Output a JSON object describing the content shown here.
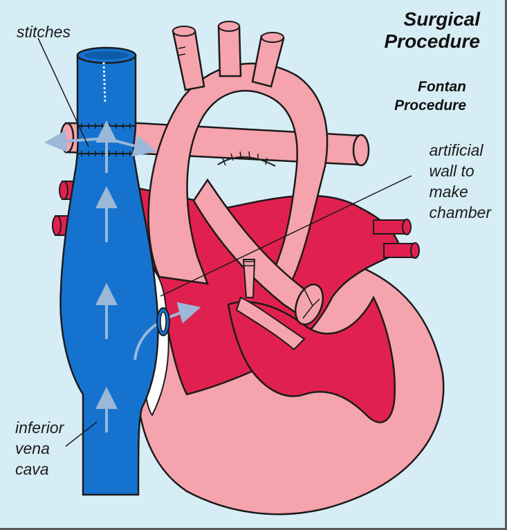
{
  "title": {
    "line1": "Surgical",
    "line2": "Procedure"
  },
  "subtitle": {
    "line1": "Fontan",
    "line2": "Procedure"
  },
  "labels": {
    "stitches": "stitches",
    "artificial_wall": [
      "artificial",
      "wall to",
      "make",
      "chamber"
    ],
    "inferior_vena_cava": [
      "inferior",
      "vena",
      "cava"
    ]
  },
  "colors": {
    "background": "#d7edf5",
    "vein_blue": "#1573cf",
    "heart_red": "#e0214f",
    "vessel_pink": "#f5a3ad",
    "artificial_wall": "#ffffff",
    "flow_arrow": "#9bb8d8",
    "outline": "#1a1a1a"
  },
  "icons": [
    "flow-arrow",
    "heart-valve"
  ]
}
